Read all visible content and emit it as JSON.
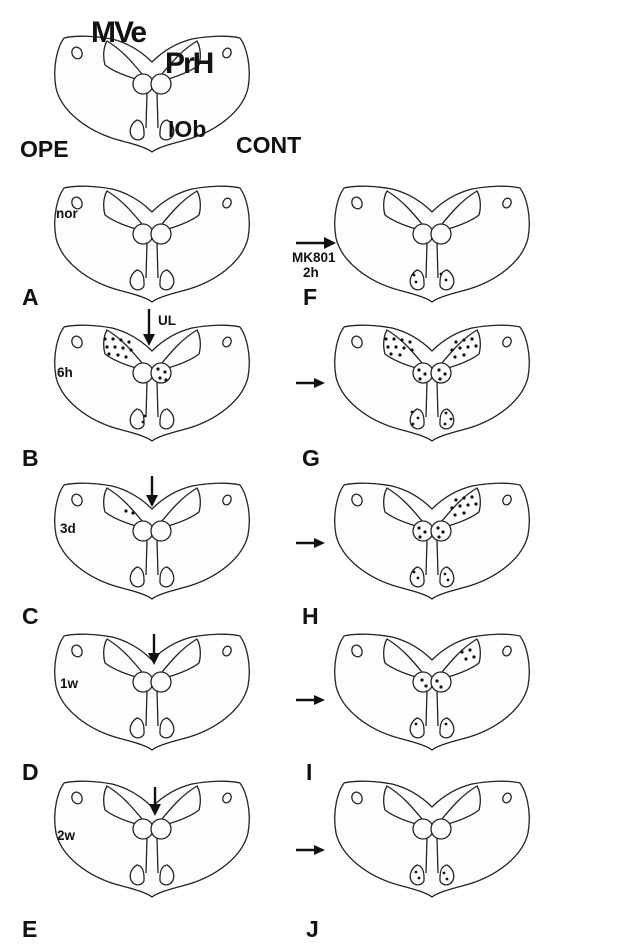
{
  "header": {
    "mve": "MVe",
    "prh": "PrH",
    "iob": "IOb",
    "ope": "OPE",
    "cont": "CONT"
  },
  "treatment": {
    "drug": "MK801",
    "duration": "2h"
  },
  "lesion": "UL",
  "rows": [
    {
      "left": "A",
      "right": "F",
      "time": "nor"
    },
    {
      "left": "B",
      "right": "G",
      "time": "6h"
    },
    {
      "left": "C",
      "right": "H",
      "time": "3d"
    },
    {
      "left": "D",
      "right": "I",
      "time": "1w"
    },
    {
      "left": "E",
      "right": "J",
      "time": "2w"
    }
  ]
}
